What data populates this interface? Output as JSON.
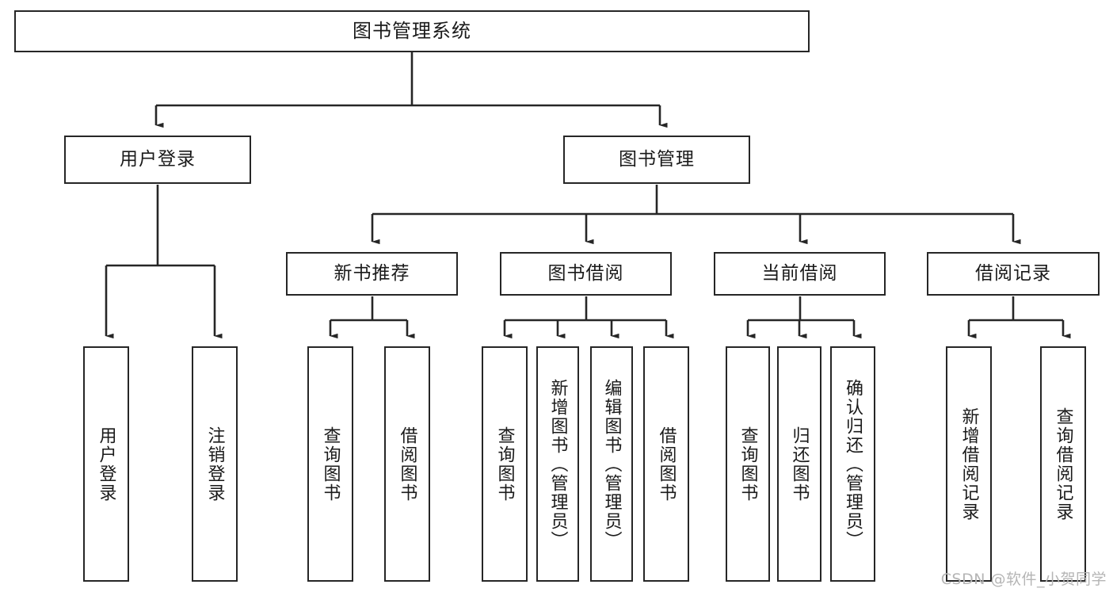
{
  "diagram": {
    "title": "图书管理系统",
    "type": "tree-hierarchy-diagram",
    "colors": {
      "box_border": "#262626",
      "box_fill": "#ffffff",
      "connector": "#262626",
      "text": "#1a1a1a",
      "watermark": "#b5b5b5"
    },
    "root": {
      "label": "图书管理系统"
    },
    "level2": [
      {
        "label": "用户登录"
      },
      {
        "label": "图书管理"
      }
    ],
    "level3": [
      {
        "label": "新书推荐"
      },
      {
        "label": "图书借阅"
      },
      {
        "label": "当前借阅"
      },
      {
        "label": "借阅记录"
      }
    ],
    "leaves": {
      "user_login": [
        {
          "label": "用户登录"
        },
        {
          "label": "注销登录"
        }
      ],
      "new_book_recommend": [
        {
          "label": "查询图书"
        },
        {
          "label": "借阅图书"
        }
      ],
      "book_borrow": [
        {
          "label": "查询图书"
        },
        {
          "label": "新增图书（管理员）"
        },
        {
          "label": "编辑图书（管理员）"
        },
        {
          "label": "借阅图书"
        }
      ],
      "current_borrow": [
        {
          "label": "查询图书"
        },
        {
          "label": "归还图书"
        },
        {
          "label": "确认归还（管理员）"
        }
      ],
      "borrow_record": [
        {
          "label": "新增借阅记录"
        },
        {
          "label": "查询借阅记录"
        }
      ]
    }
  },
  "watermark": {
    "text": "CSDN @软件_小贺同学"
  }
}
